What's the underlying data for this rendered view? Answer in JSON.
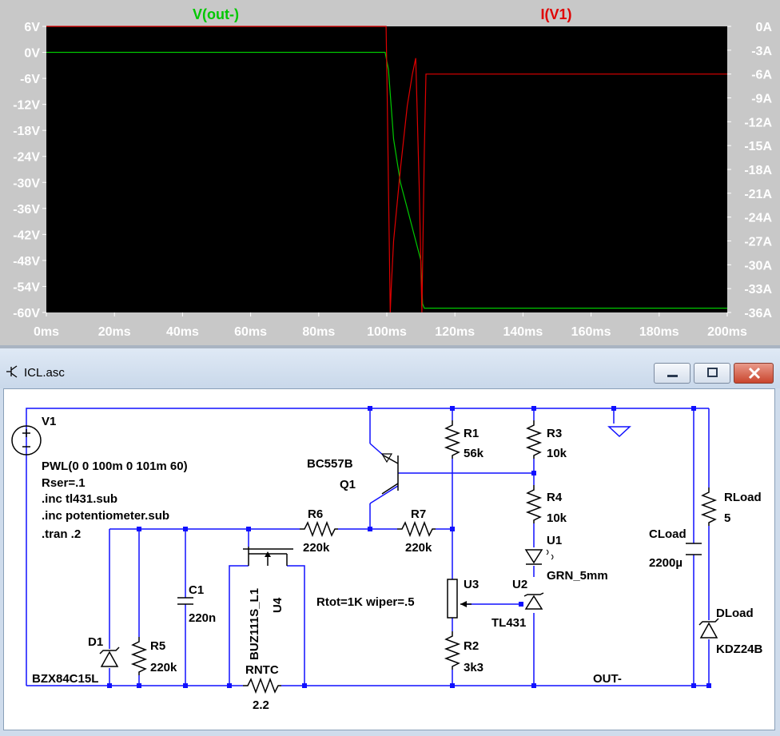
{
  "plot": {
    "traces": [
      {
        "name": "V(out-)",
        "color": "#00c800"
      },
      {
        "name": "I(V1)",
        "color": "#e00000"
      }
    ],
    "left_axis_ticks": [
      "6V",
      "0V",
      "-6V",
      "-12V",
      "-18V",
      "-24V",
      "-30V",
      "-36V",
      "-42V",
      "-48V",
      "-54V",
      "-60V"
    ],
    "right_axis_ticks": [
      "0A",
      "-3A",
      "-6A",
      "-9A",
      "-12A",
      "-15A",
      "-18A",
      "-21A",
      "-24A",
      "-27A",
      "-30A",
      "-33A",
      "-36A"
    ],
    "x_axis_ticks": [
      "0ms",
      "20ms",
      "40ms",
      "60ms",
      "80ms",
      "100ms",
      "120ms",
      "140ms",
      "160ms",
      "180ms",
      "200ms"
    ]
  },
  "chart_data": {
    "type": "line",
    "xlabel": "",
    "ylabel": "",
    "xlim_ms": [
      0,
      200
    ],
    "ylim_left_V": [
      -60,
      6
    ],
    "ylim_right_A": [
      -36,
      0
    ],
    "grid": false,
    "series": [
      {
        "name": "V(out-)",
        "axis": "left",
        "x_ms": [
          0,
          99.5,
          100.5,
          102,
          104,
          106,
          108,
          110,
          110.5,
          111,
          200
        ],
        "y_V": [
          0,
          0,
          -4,
          -20,
          -30,
          -36,
          -42,
          -48,
          -58,
          -59,
          -59
        ]
      },
      {
        "name": "I(V1)",
        "axis": "right",
        "x_ms": [
          0,
          99.8,
          100.1,
          101,
          101.3,
          102,
          104,
          106,
          107.5,
          108.5,
          109.5,
          110.3,
          111,
          111.5,
          112,
          200
        ],
        "y_A": [
          0,
          0,
          -8,
          -36,
          -33,
          -27,
          -18,
          -10,
          -6,
          -4,
          -20,
          -36,
          -16,
          -6,
          -6,
          -6
        ]
      }
    ]
  },
  "window": {
    "title": "ICL.asc",
    "minimize_label": "minimize",
    "maximize_label": "maximize",
    "close_label": "close"
  },
  "schematic": {
    "labels": {
      "v1": "V1",
      "v1_pwl": "PWL(0 0 100m 0 101m 60)",
      "v1_rser": "Rser=.1",
      "inc1": ".inc tl431.sub",
      "inc2": ".inc potentiometer.sub",
      "tran": ".tran .2",
      "q1_model": "BC557B",
      "q1": "Q1",
      "r1": "R1",
      "r1_val": "56k",
      "r3": "R3",
      "r3_val": "10k",
      "r4": "R4",
      "r4_val": "10k",
      "u1": "U1",
      "u1_model": "GRN_5mm",
      "r6": "R6",
      "r6_val": "220k",
      "r7": "R7",
      "r7_val": "220k",
      "c1": "C1",
      "c1_val": "220n",
      "u4_model": "BUZ111S_L1",
      "u4": "U4",
      "u3": "U3",
      "u3_params": "Rtot=1K wiper=.5",
      "u2": "U2",
      "u2_model": "TL431",
      "d1": "D1",
      "d1_model": "BZX84C15L",
      "r5": "R5",
      "r5_val": "220k",
      "rntc": "RNTC",
      "rntc_val": "2.2",
      "r2": "R2",
      "r2_val": "3k3",
      "out": "OUT-",
      "cload": "CLoad",
      "cload_val": "2200µ",
      "rload": "RLoad",
      "rload_val": "5",
      "dload": "DLoad",
      "dload_model": "KDZ24B"
    }
  }
}
